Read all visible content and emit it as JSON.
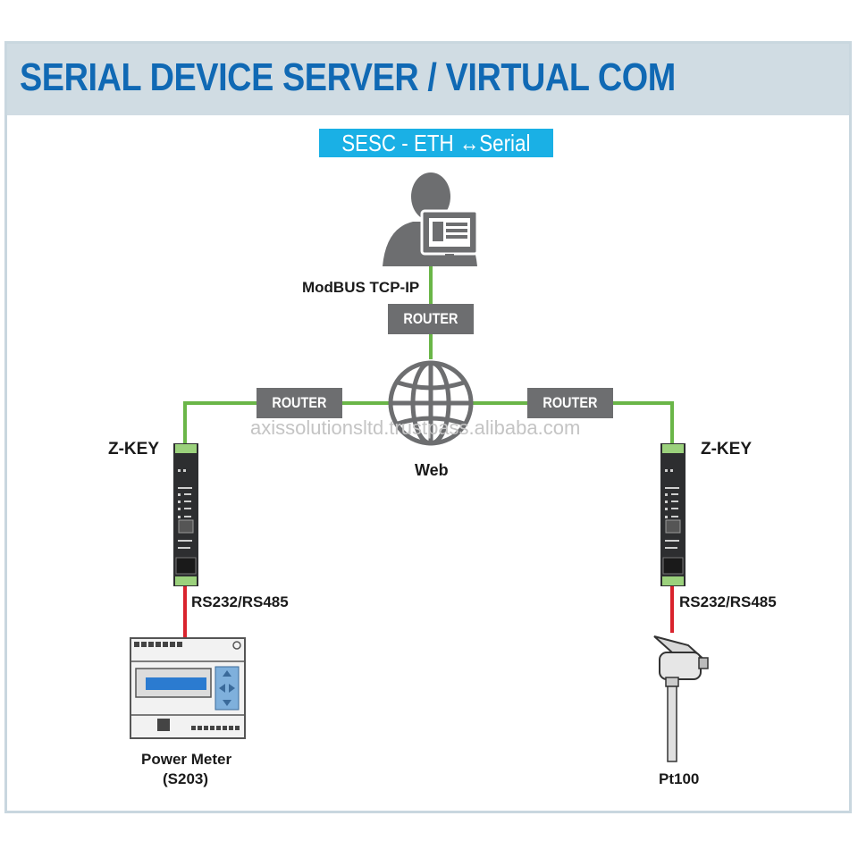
{
  "header": {
    "title": "SERIAL DEVICE SERVER / VIRTUAL COM"
  },
  "subtitle": "SESC - ETH ↔Serial",
  "labels": {
    "modbus": "ModBUS TCP-IP",
    "web": "Web",
    "zkey_left": "Z-KEY",
    "zkey_right": "Z-KEY",
    "rs_left": "RS232/RS485",
    "rs_right": "RS232/RS485",
    "power_meter_line1": "Power Meter",
    "power_meter_line2": "(S203)",
    "pt100": "Pt100"
  },
  "routers": {
    "top": "ROUTER",
    "left": "ROUTER",
    "right": "ROUTER"
  },
  "watermark": "axissolutionsltd.trustpass.alibaba.com",
  "colors": {
    "accent": "#1069b4",
    "header_bg": "#d0dce3",
    "subtitle_bg": "#1ab0e5",
    "ethernet_line": "#6ab648",
    "serial_line": "#d9232d",
    "router_bg": "#6d6e70"
  }
}
